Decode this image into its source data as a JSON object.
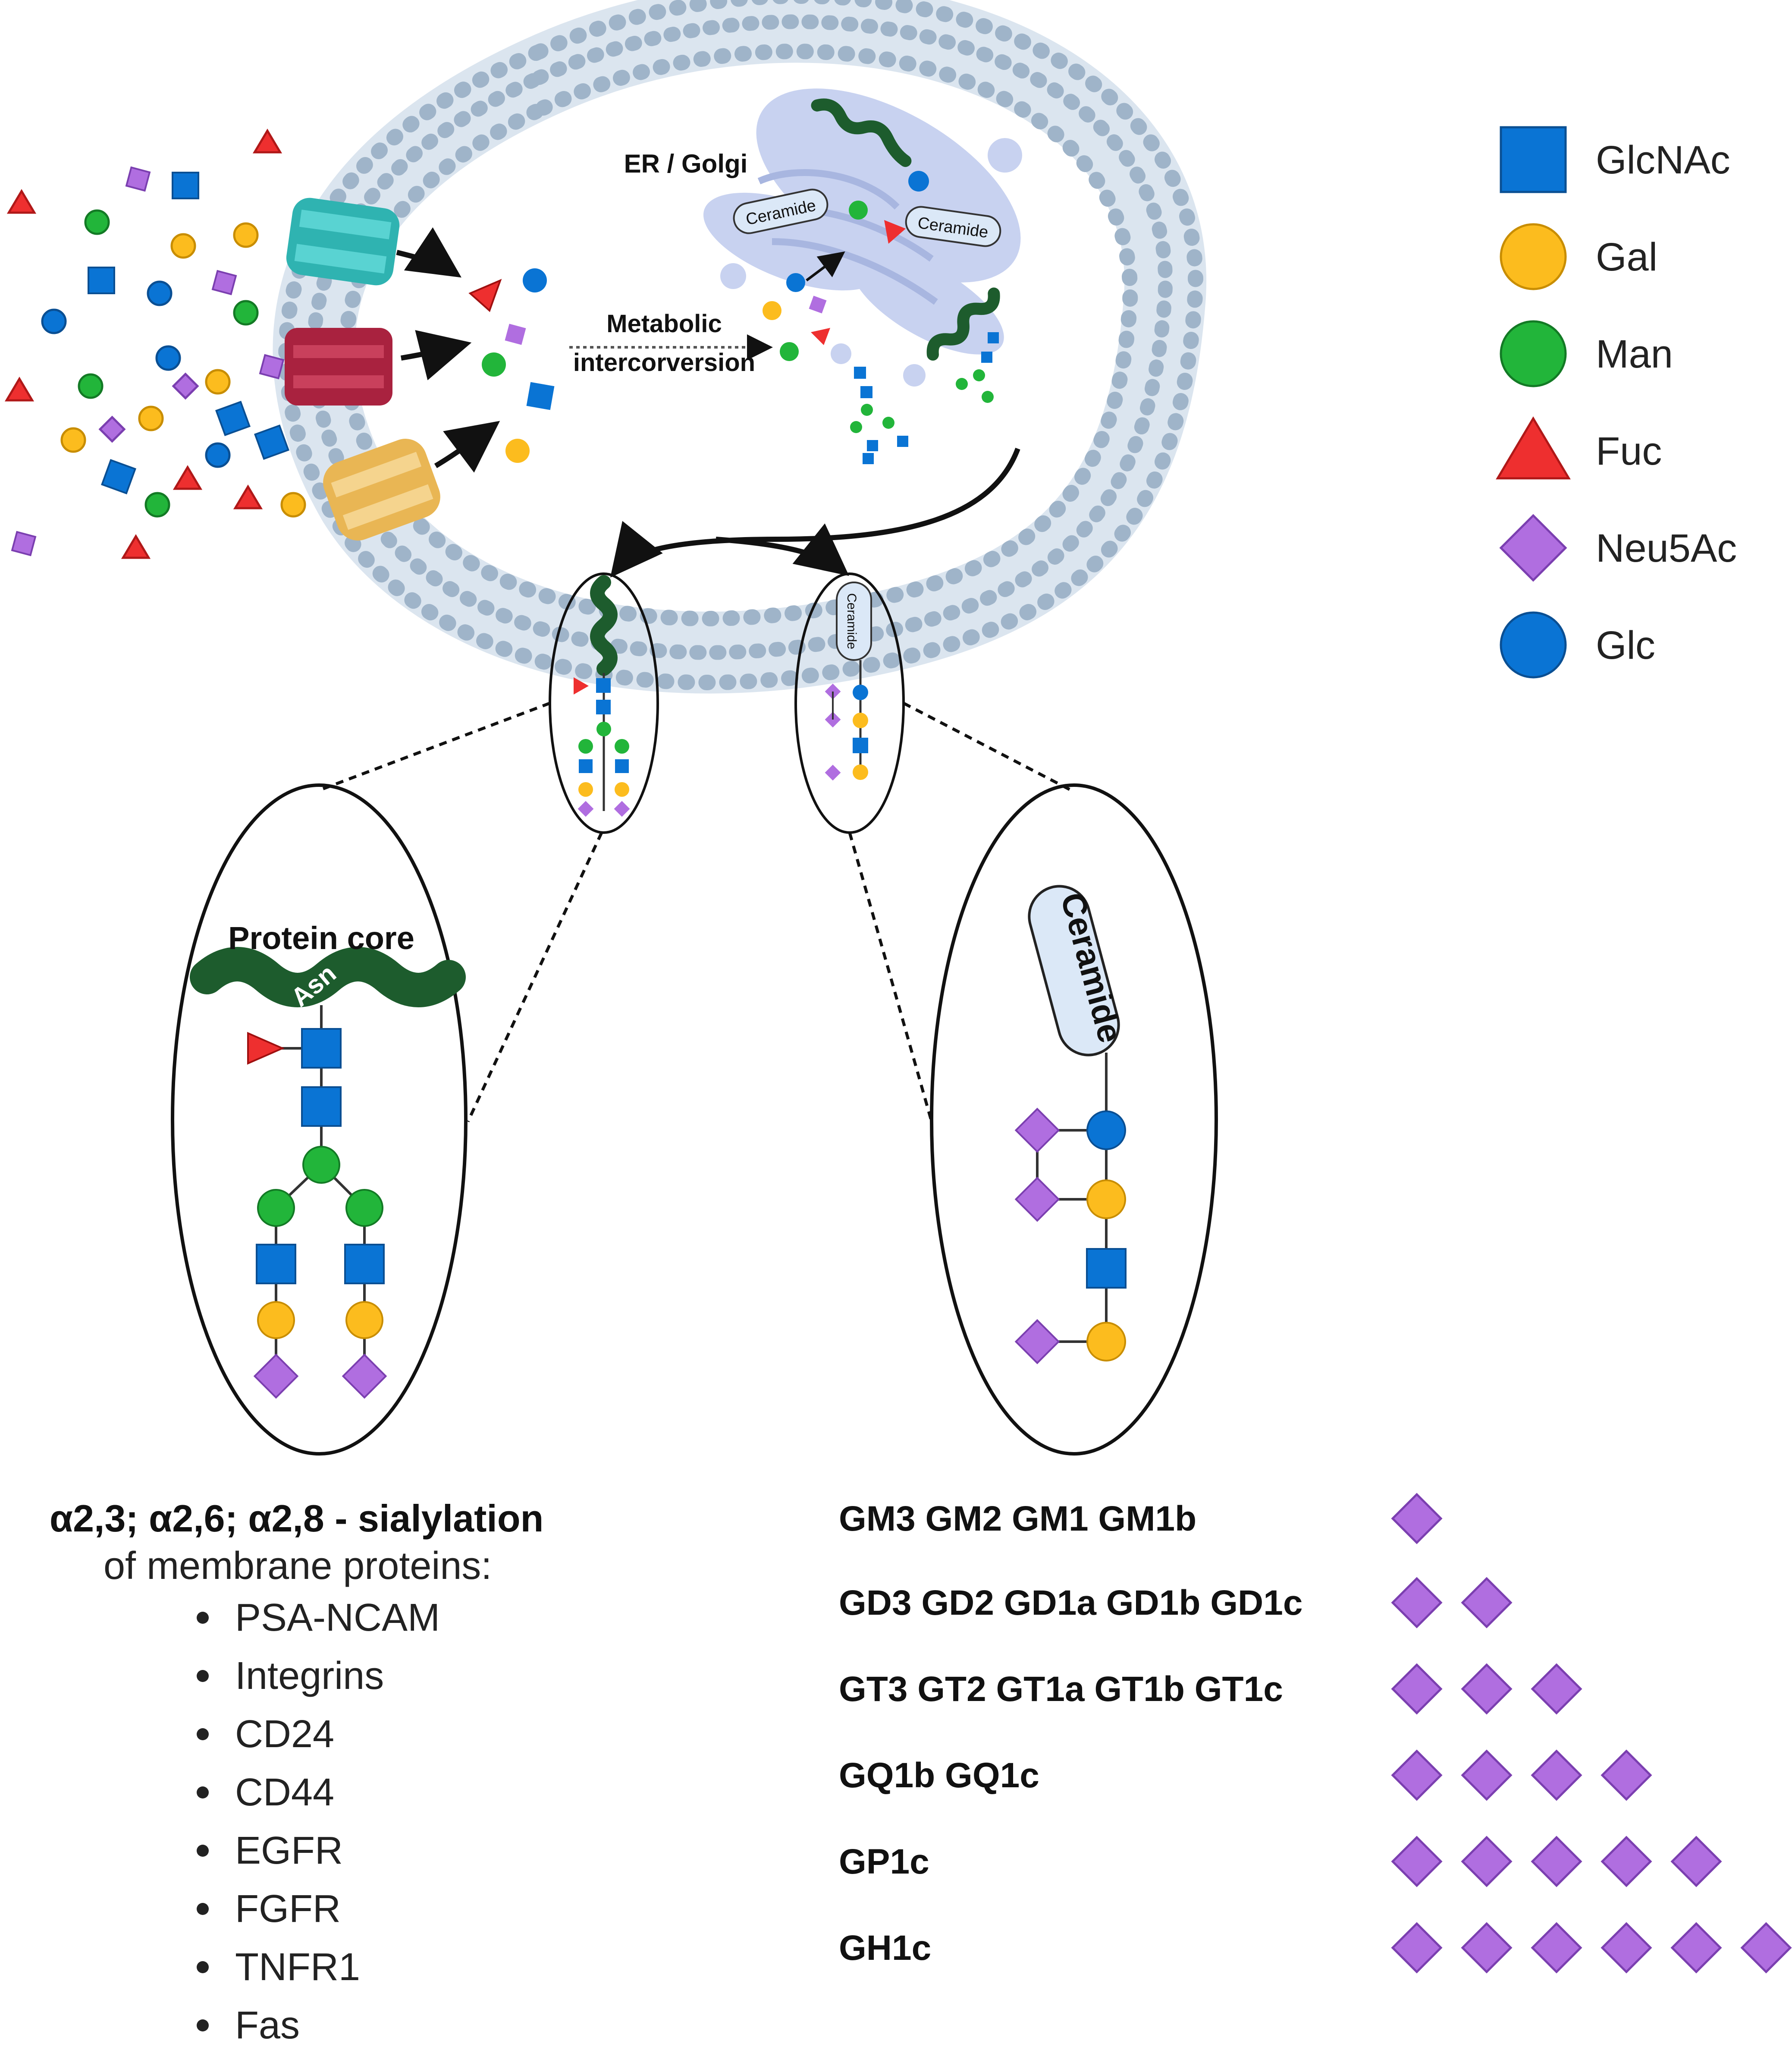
{
  "er_golgi": "ER / Golgi",
  "metabolic_line1": "Metabolic",
  "metabolic_line2": "intercorversion",
  "ceramide": "Ceramide",
  "protein_core": "Protein core",
  "asn": "Asn",
  "legend": [
    {
      "shape": "square",
      "color": "#0a74d4",
      "label": "GlcNAc"
    },
    {
      "shape": "circle",
      "color": "#fcbc1e",
      "label": "Gal"
    },
    {
      "shape": "circle",
      "color": "#22b53a",
      "label": "Man"
    },
    {
      "shape": "triangle",
      "color": "#ee2f2f",
      "label": "Fuc"
    },
    {
      "shape": "diamond",
      "color": "#b06ee0",
      "label": "Neu5Ac"
    },
    {
      "shape": "circle",
      "color": "#0a74d4",
      "label": "Glc"
    }
  ],
  "sialylation_title": "α2,3; α2,6; α2,8 - sialylation",
  "sialylation_subtitle": "of membrane proteins:",
  "proteins": [
    "PSA-NCAM",
    "Integrins",
    "CD24",
    "CD44",
    "EGFR",
    "FGFR",
    "TNFR1",
    "Fas"
  ],
  "gangliosides": [
    {
      "names": "GM3 GM2 GM1 GM1b",
      "sialic_count": 1
    },
    {
      "names": "GD3 GD2 GD1a GD1b GD1c",
      "sialic_count": 2
    },
    {
      "names": "GT3 GT2 GT1a GT1b GT1c",
      "sialic_count": 3
    },
    {
      "names": "GQ1b GQ1c",
      "sialic_count": 4
    },
    {
      "names": "GP1c",
      "sialic_count": 5
    },
    {
      "names": "GH1c",
      "sialic_count": 6
    }
  ],
  "colors": {
    "glcnac": "#0a74d4",
    "gal": "#fcbc1e",
    "man": "#22b53a",
    "fuc": "#ee2f2f",
    "neu5ac": "#b06ee0",
    "glc": "#0a74d4",
    "membrane": "#9fb4c9",
    "golgi": "#c8d2f0",
    "protein": "#1d5c2d",
    "teal": "#33c1c0",
    "crimson": "#b52c4c",
    "amber": "#f0c26a"
  }
}
